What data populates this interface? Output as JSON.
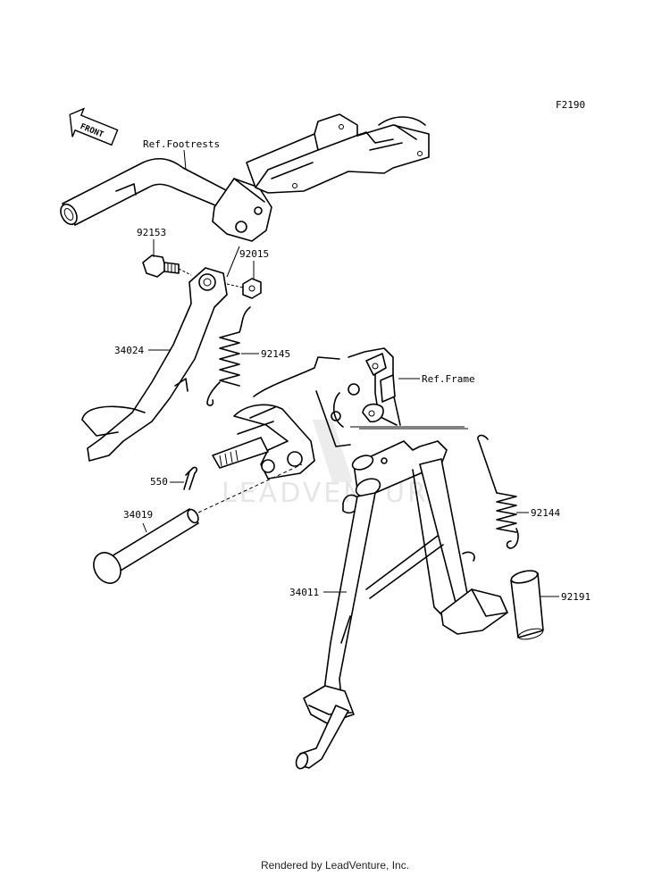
{
  "figure_code": "F2190",
  "direction_label": "FRONT",
  "watermark": "LEADVENTURE",
  "references": {
    "footrests": "Ref.Footrests",
    "frame": "Ref.Frame"
  },
  "parts": {
    "p92153": "92153",
    "p92015": "92015",
    "p34024": "34024",
    "p92145": "92145",
    "p550": "550",
    "p34019": "34019",
    "p34011": "34011",
    "p92144": "92144",
    "p92191": "92191"
  },
  "footer": "Rendered by LeadVenture, Inc."
}
